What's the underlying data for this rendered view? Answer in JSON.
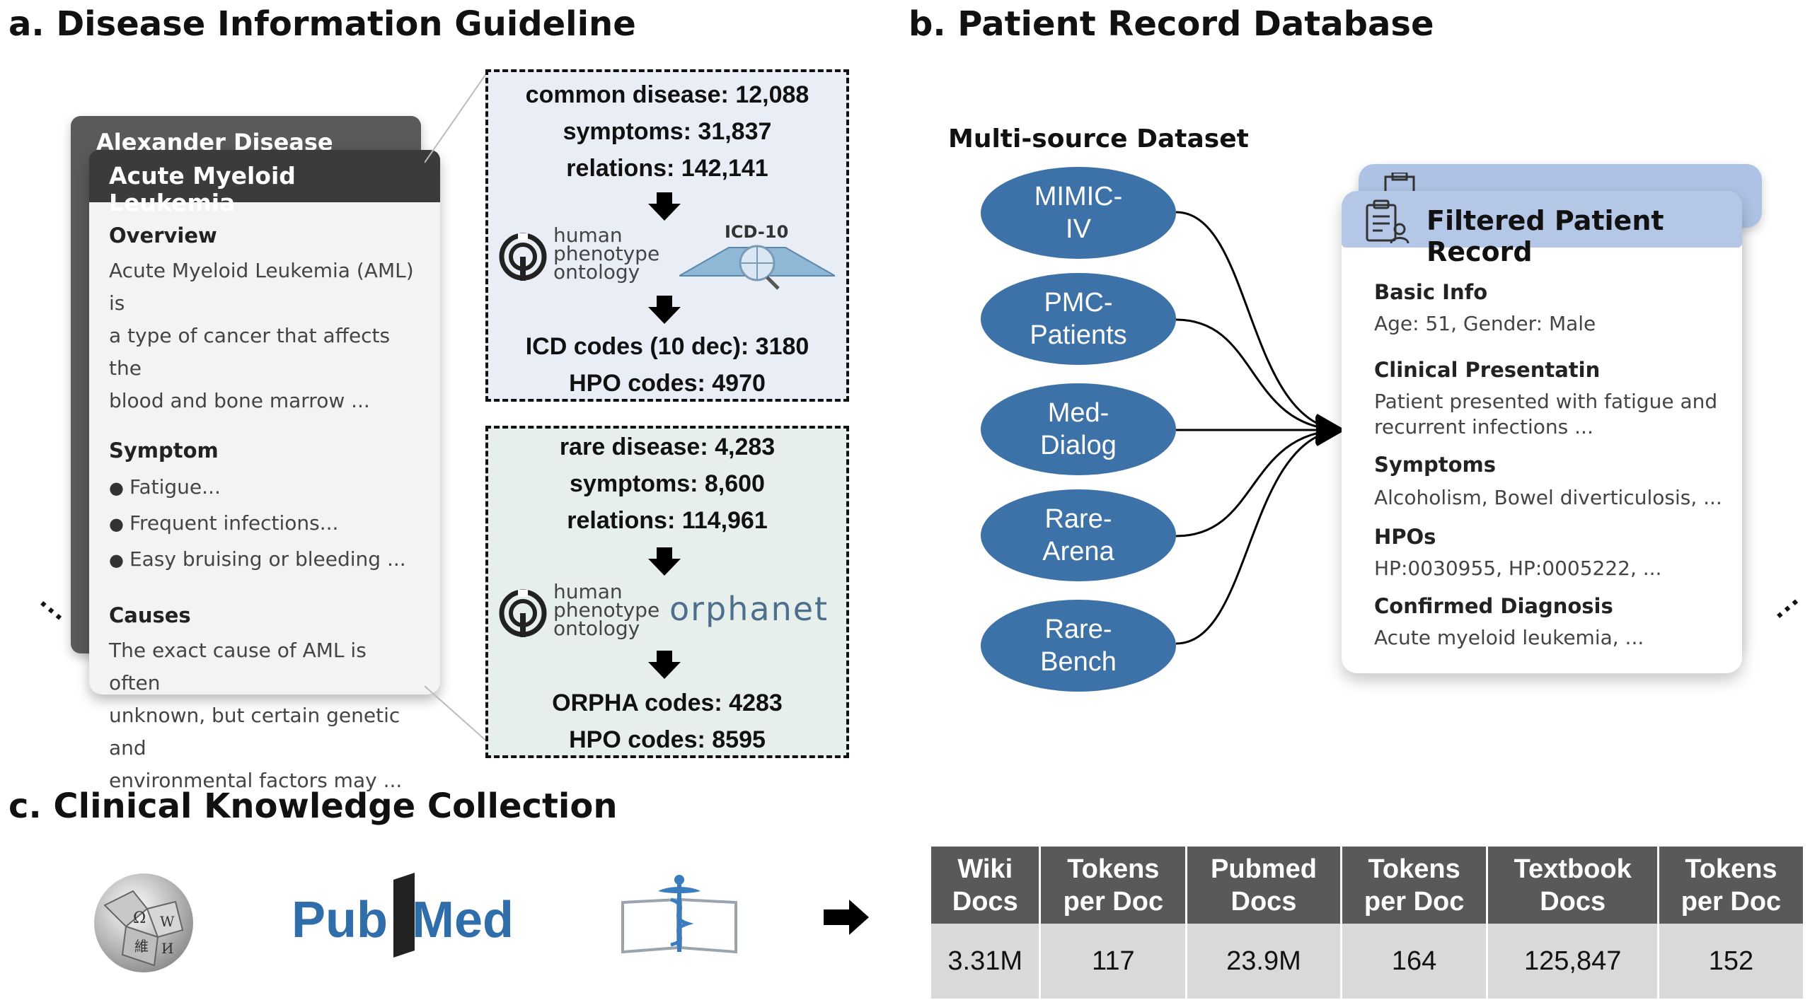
{
  "titles": {
    "a": "a. Disease Information Guideline",
    "b": "b. Patient Record Database",
    "c": "c. Clinical Knowledge Collection"
  },
  "disease_card": {
    "back_title": "Alexander Disease",
    "title": "Acute Myeloid Leukemia",
    "overview_head": "Overview",
    "overview_lines": [
      "Acute Myeloid Leukemia (AML) is",
      "a type of cancer that affects the",
      "blood and bone marrow ..."
    ],
    "symptom_head": "Symptom",
    "symptoms": [
      "Fatigue...",
      "Frequent infections...",
      "Easy bruising or bleeding ..."
    ],
    "causes_head": "Causes",
    "causes_lines": [
      "The exact cause of AML is often",
      "unknown, but certain genetic and",
      "environmental factors may ..."
    ]
  },
  "common_box": {
    "lines": [
      "common disease: 12,088",
      "symptoms: 31,837",
      "relations: 142,141"
    ],
    "hpo_logo": [
      "human",
      "phenotype",
      "ontology"
    ],
    "icd_logo": "ICD-10",
    "results": [
      "ICD codes (10 dec): 3180",
      "HPO codes: 4970"
    ],
    "bg": "#e9edf5"
  },
  "rare_box": {
    "lines": [
      "rare disease: 4,283",
      "symptoms: 8,600",
      "relations: 114,961"
    ],
    "hpo_logo": [
      "human",
      "phenotype",
      "ontology"
    ],
    "orpha_logo": "orphanet",
    "results": [
      "ORPHA codes: 4283",
      "HPO codes: 8595"
    ],
    "bg": "#e7efec"
  },
  "dataset": {
    "title": "Multi-source Dataset",
    "sources": [
      "MIMIC-\nIV",
      "PMC-\nPatients",
      "Med-\nDialog",
      "Rare-\nArena",
      "Rare-\nBench"
    ],
    "color": "#3d72a8"
  },
  "record": {
    "title": "Filtered Patient Record",
    "basic_head": "Basic Info",
    "basic_text": "Age: 51, Gender: Male",
    "clinical_head": "Clinical Presentatin",
    "clinical_lines": [
      "Patient presented with fatigue and",
      "recurrent infections ..."
    ],
    "symptoms_head": "Symptoms",
    "symptoms_text": "Alcoholism, Bowel diverticulosis, ...",
    "hpos_head": "HPOs",
    "hpos_text": "HP:0030955, HP:0005222, ...",
    "diag_head": "Confirmed Diagnosis",
    "diag_text": "Acute myeloid leukemia, ..."
  },
  "knowledge": {
    "pubmed_logo": [
      "Pub",
      "Med"
    ],
    "table_headers": [
      [
        "Wiki",
        "Docs"
      ],
      [
        "Tokens",
        "per Doc"
      ],
      [
        "Pubmed",
        "Docs"
      ],
      [
        "Tokens",
        "per Doc"
      ],
      [
        "Textbook",
        "Docs"
      ],
      [
        "Tokens",
        "per Doc"
      ]
    ],
    "table_values": [
      "3.31M",
      "117",
      "23.9M",
      "164",
      "125,847",
      "152"
    ]
  }
}
